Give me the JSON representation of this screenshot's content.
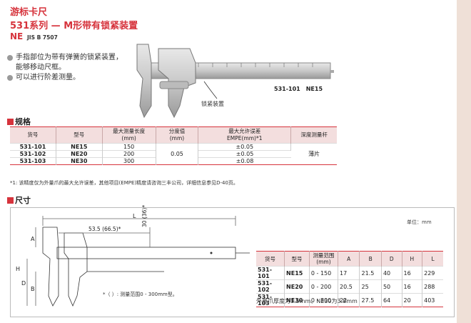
{
  "header": {
    "title": "游标卡尺",
    "series": "531系列 — M形带有锁紧装置",
    "model_code": "NE",
    "standard": "JIS B 7507"
  },
  "features": [
    "手指部位为带有弹簧的锁紧装置，",
    "能够移动尺框。",
    "可以进行阶差测量。"
  ],
  "photo": {
    "model_tag": "531-101　NE15",
    "lock_label": "锁紧装置"
  },
  "spec_section": {
    "heading": "规格",
    "columns": [
      "货号",
      "型号",
      "最大测量长度\n(mm)",
      "分度值\n(mm)",
      "最大允许误差\nEMPE(mm)*1",
      "深度测量杆"
    ],
    "rows": [
      [
        "531-101",
        "NE15",
        "150",
        "±0.05"
      ],
      [
        "531-102",
        "NE20",
        "200",
        "±0.05"
      ],
      [
        "531-103",
        "NE30",
        "300",
        "±0.08"
      ]
    ],
    "resolution": "0.05",
    "depth_rod": "薄片",
    "footnote": "*1: 该精度仅为外量爪的最大允许误差，其他项目(EMPE)精度请咨询三丰公司，详细信息参见D-40页。"
  },
  "dim_section": {
    "heading": "尺寸",
    "unit": "单位：mm",
    "drawing_labels": {
      "L": "L",
      "dim_53": "53.5 (66.5)*",
      "dim_30": "30 (36)*",
      "A": "A",
      "B": "B",
      "D": "D",
      "H": "H"
    },
    "drawing_note": "*（ ）: 测量范围0 - 300mm型。",
    "columns": [
      "货号",
      "型号",
      "测量范围\n(mm)",
      "A",
      "B",
      "D",
      "H",
      "L"
    ],
    "rows": [
      [
        "531-101",
        "NE15",
        "0 - 150",
        "17",
        "21.5",
        "40",
        "16",
        "229"
      ],
      [
        "531-102",
        "NE20",
        "0 - 200",
        "20.5",
        "25",
        "50",
        "16",
        "288"
      ],
      [
        "531-103",
        "NE30",
        "0 - 300",
        "22",
        "27.5",
        "64",
        "20",
        "403"
      ]
    ],
    "note": "外量爪厚度为3.5mm、NE30为3.8mm"
  },
  "colors": {
    "accent": "#d6333c",
    "header_fill": "#f3dede",
    "sidebar": "#efe0d7"
  }
}
